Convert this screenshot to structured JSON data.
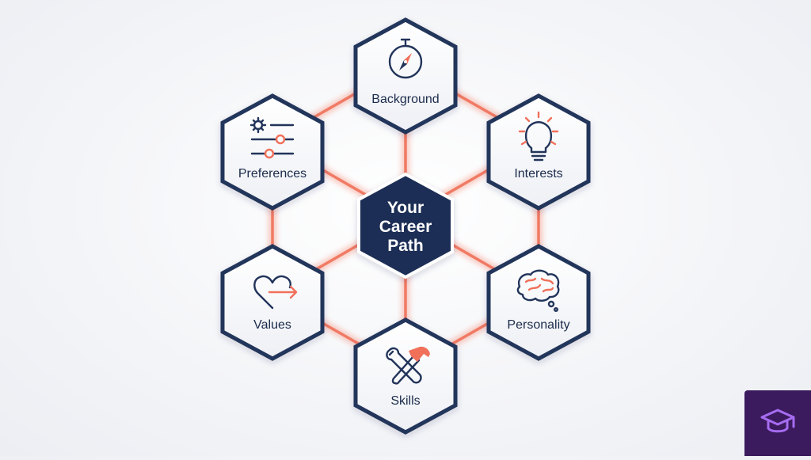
{
  "diagram": {
    "center": {
      "lines": [
        "Your",
        "Career",
        "Path"
      ]
    },
    "nodes": [
      {
        "id": "background",
        "label": "Background",
        "icon": "compass-icon"
      },
      {
        "id": "interests",
        "label": "Interests",
        "icon": "lightbulb-icon"
      },
      {
        "id": "personality",
        "label": "Personality",
        "icon": "brain-icon"
      },
      {
        "id": "skills",
        "label": "Skills",
        "icon": "tools-icon"
      },
      {
        "id": "values",
        "label": "Values",
        "icon": "heart-arrow-icon"
      },
      {
        "id": "preferences",
        "label": "Preferences",
        "icon": "sliders-gear-icon"
      }
    ]
  },
  "colors": {
    "navy": "#22345a",
    "coral": "#f0705a",
    "hex_fill": "#f7f8fb",
    "center_fill": "#1e2f55",
    "badge": "#3b1a5e",
    "badge_icon": "#a66cf0"
  },
  "logo": {
    "icon": "graduation-cap-icon"
  }
}
